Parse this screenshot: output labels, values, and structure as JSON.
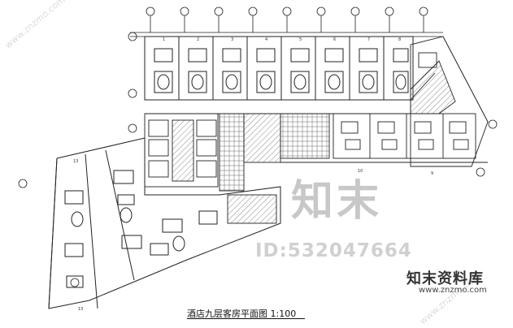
{
  "caption": "酒店九层客房平面图 1:100",
  "watermark": {
    "brand_chars": "知末",
    "id_text": "ID:532047664",
    "logo_text": "知末资料库",
    "logo_url": "www.znzmo.com",
    "corner_url": "www.znzmo.com"
  },
  "colors": {
    "line": "#222222",
    "hatch": "#555555",
    "watermark": "#cccccc"
  }
}
